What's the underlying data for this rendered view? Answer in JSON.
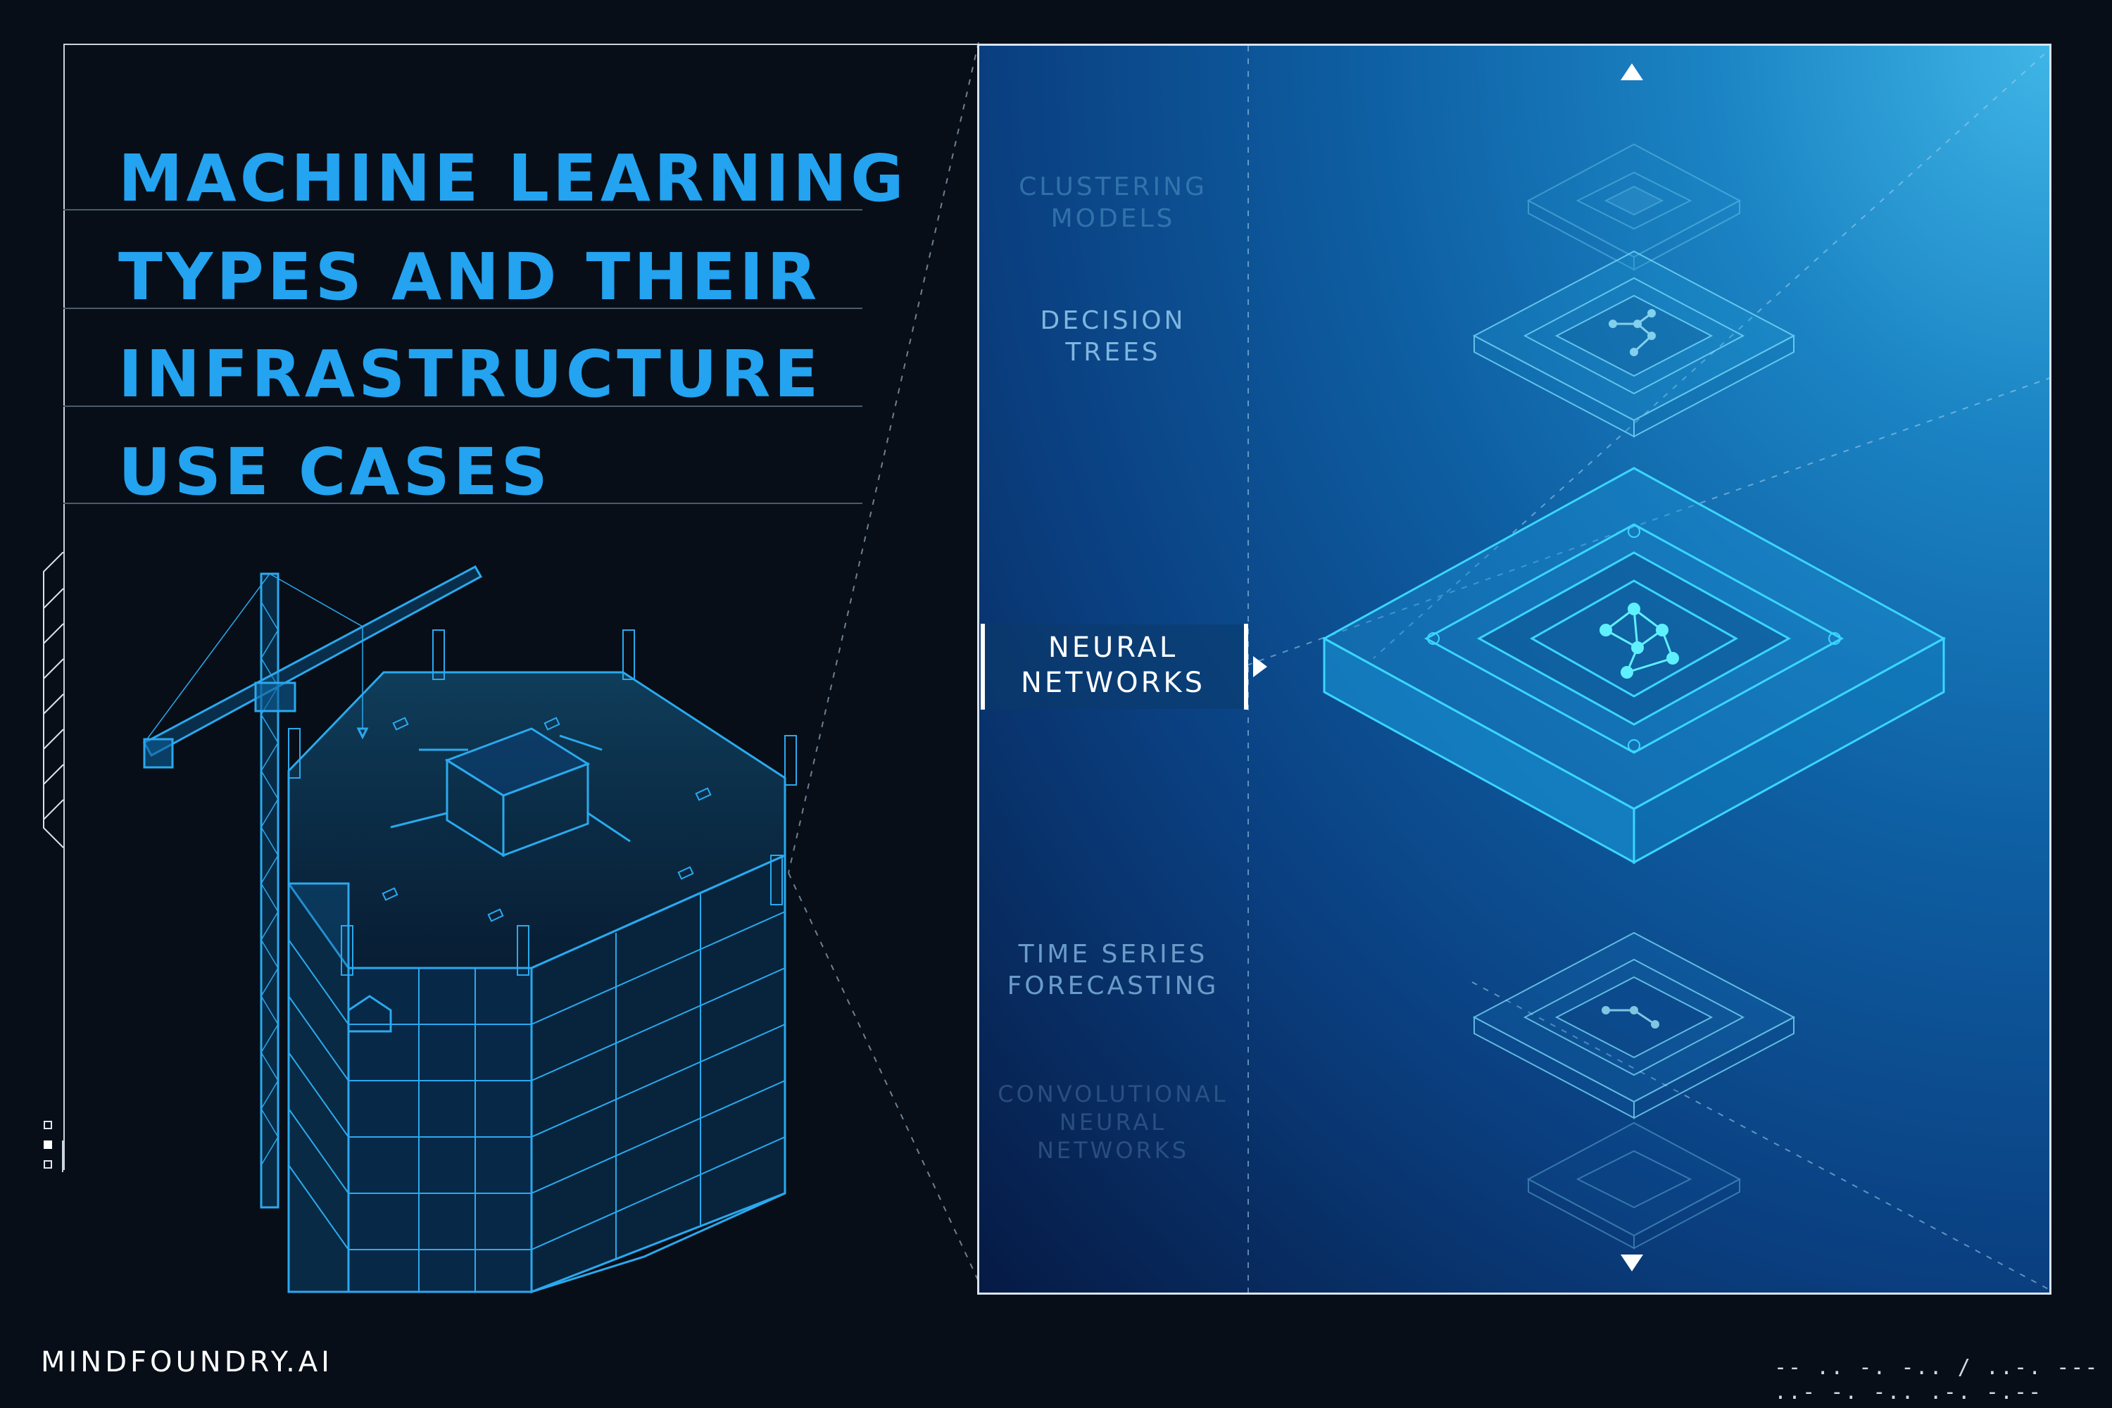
{
  "title": {
    "lines": [
      "MACHINE LEARNING",
      "TYPES AND THEIR",
      "INFRASTRUCTURE",
      "USE CASES"
    ],
    "color": "#23a3f0"
  },
  "menu": {
    "items": [
      {
        "label": "CLUSTERING\nMODELS",
        "state": "faded"
      },
      {
        "label": "DECISION\nTREES",
        "state": "dim"
      },
      {
        "label": "NEURAL\nNETWORKS",
        "state": "active"
      },
      {
        "label": "TIME SERIES\nFORECASTING",
        "state": "dim"
      },
      {
        "label": "CONVOLUTIONAL\nNEURAL\nNETWORKS",
        "state": "faded"
      }
    ],
    "up_icon": "triangle-up-icon",
    "down_icon": "triangle-down-icon",
    "pointer_icon": "triangle-right-icon"
  },
  "footer": {
    "brand": "MINDFOUNDRY.AI",
    "morse": "-- .. -. -.. / ..-. --- ..- -. -.. .-. -.--"
  },
  "colors": {
    "background": "#070e18",
    "accent": "#23a3f0",
    "chip_glow": "#35d4ff",
    "wireframe": "#1d95d6"
  }
}
